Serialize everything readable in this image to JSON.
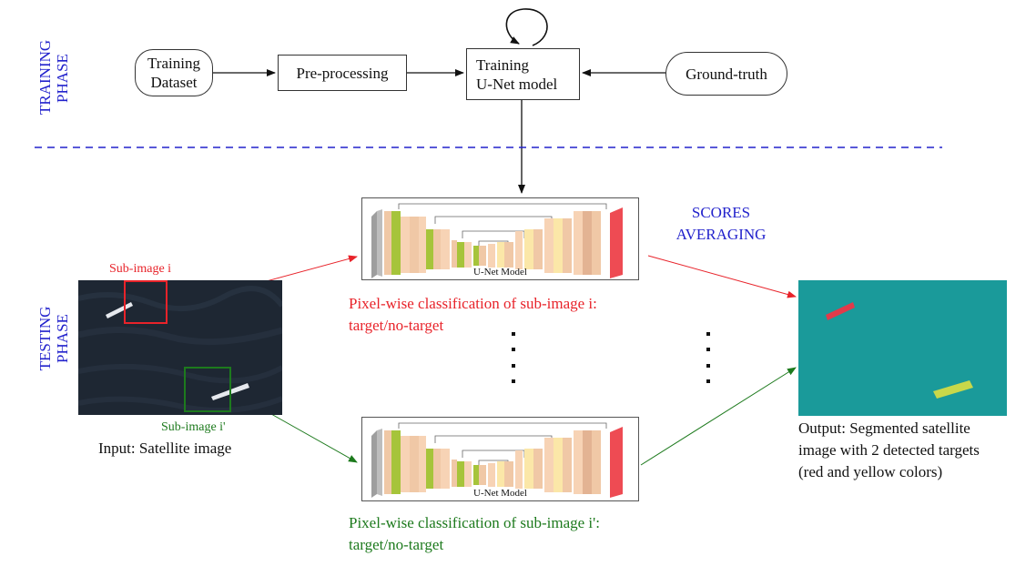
{
  "training": {
    "phase_label": [
      "TRAINING",
      "PHASE"
    ],
    "dataset": [
      "Training",
      "Dataset"
    ],
    "preprocessing": "Pre-processing",
    "model": [
      "Training",
      "U-Net model"
    ],
    "ground_truth": "Ground-truth"
  },
  "testing": {
    "phase_label": [
      "TESTING",
      "PHASE"
    ],
    "sub_image_i": "Sub-image i",
    "sub_image_i_prime": "Sub-image i'",
    "input_label": "Input: Satellite image",
    "unet_label": "U-Net Model",
    "class_i": [
      "Pixel-wise classification of sub-image i:",
      "target/no-target"
    ],
    "class_i_prime": [
      "Pixel-wise classification of sub-image i':",
      "target/no-target"
    ],
    "scores": [
      "SCORES",
      "AVERAGING"
    ],
    "output_label": [
      "Output: Segmented satellite",
      "image with 2 detected targets",
      "(red and yellow colors)"
    ]
  },
  "colors": {
    "training_phase": "#2222cc",
    "sub_image_i": "#e8232a",
    "sub_image_i_prime": "#1d7a1d",
    "divider": "#2222cc",
    "output_bg": "#1a9a9a",
    "satellite_bg": "#1e2733"
  }
}
